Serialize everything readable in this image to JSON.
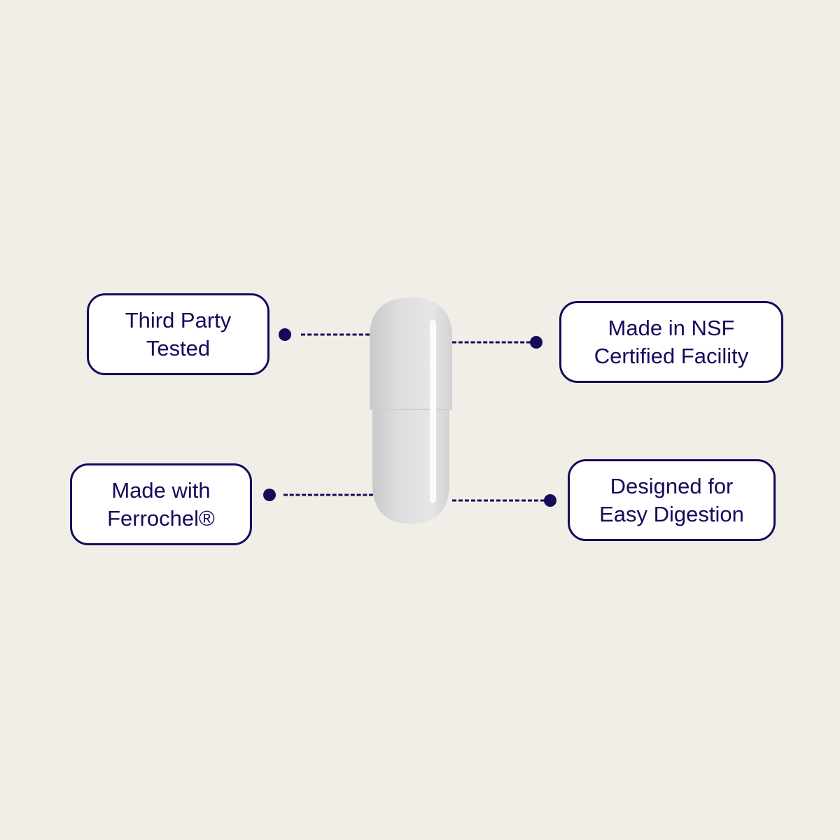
{
  "features": [
    {
      "line1": "Third Party",
      "line2": "Tested"
    },
    {
      "line1": "Made in NSF",
      "line2": "Certified Facility"
    },
    {
      "line1": "Made with",
      "line2": "Ferrochel®"
    },
    {
      "line1": "Designed for",
      "line2": "Easy Digestion"
    }
  ],
  "colors": {
    "background": "#f1eee7",
    "accent": "#170a5c",
    "capsule": "#e2e2e2"
  }
}
